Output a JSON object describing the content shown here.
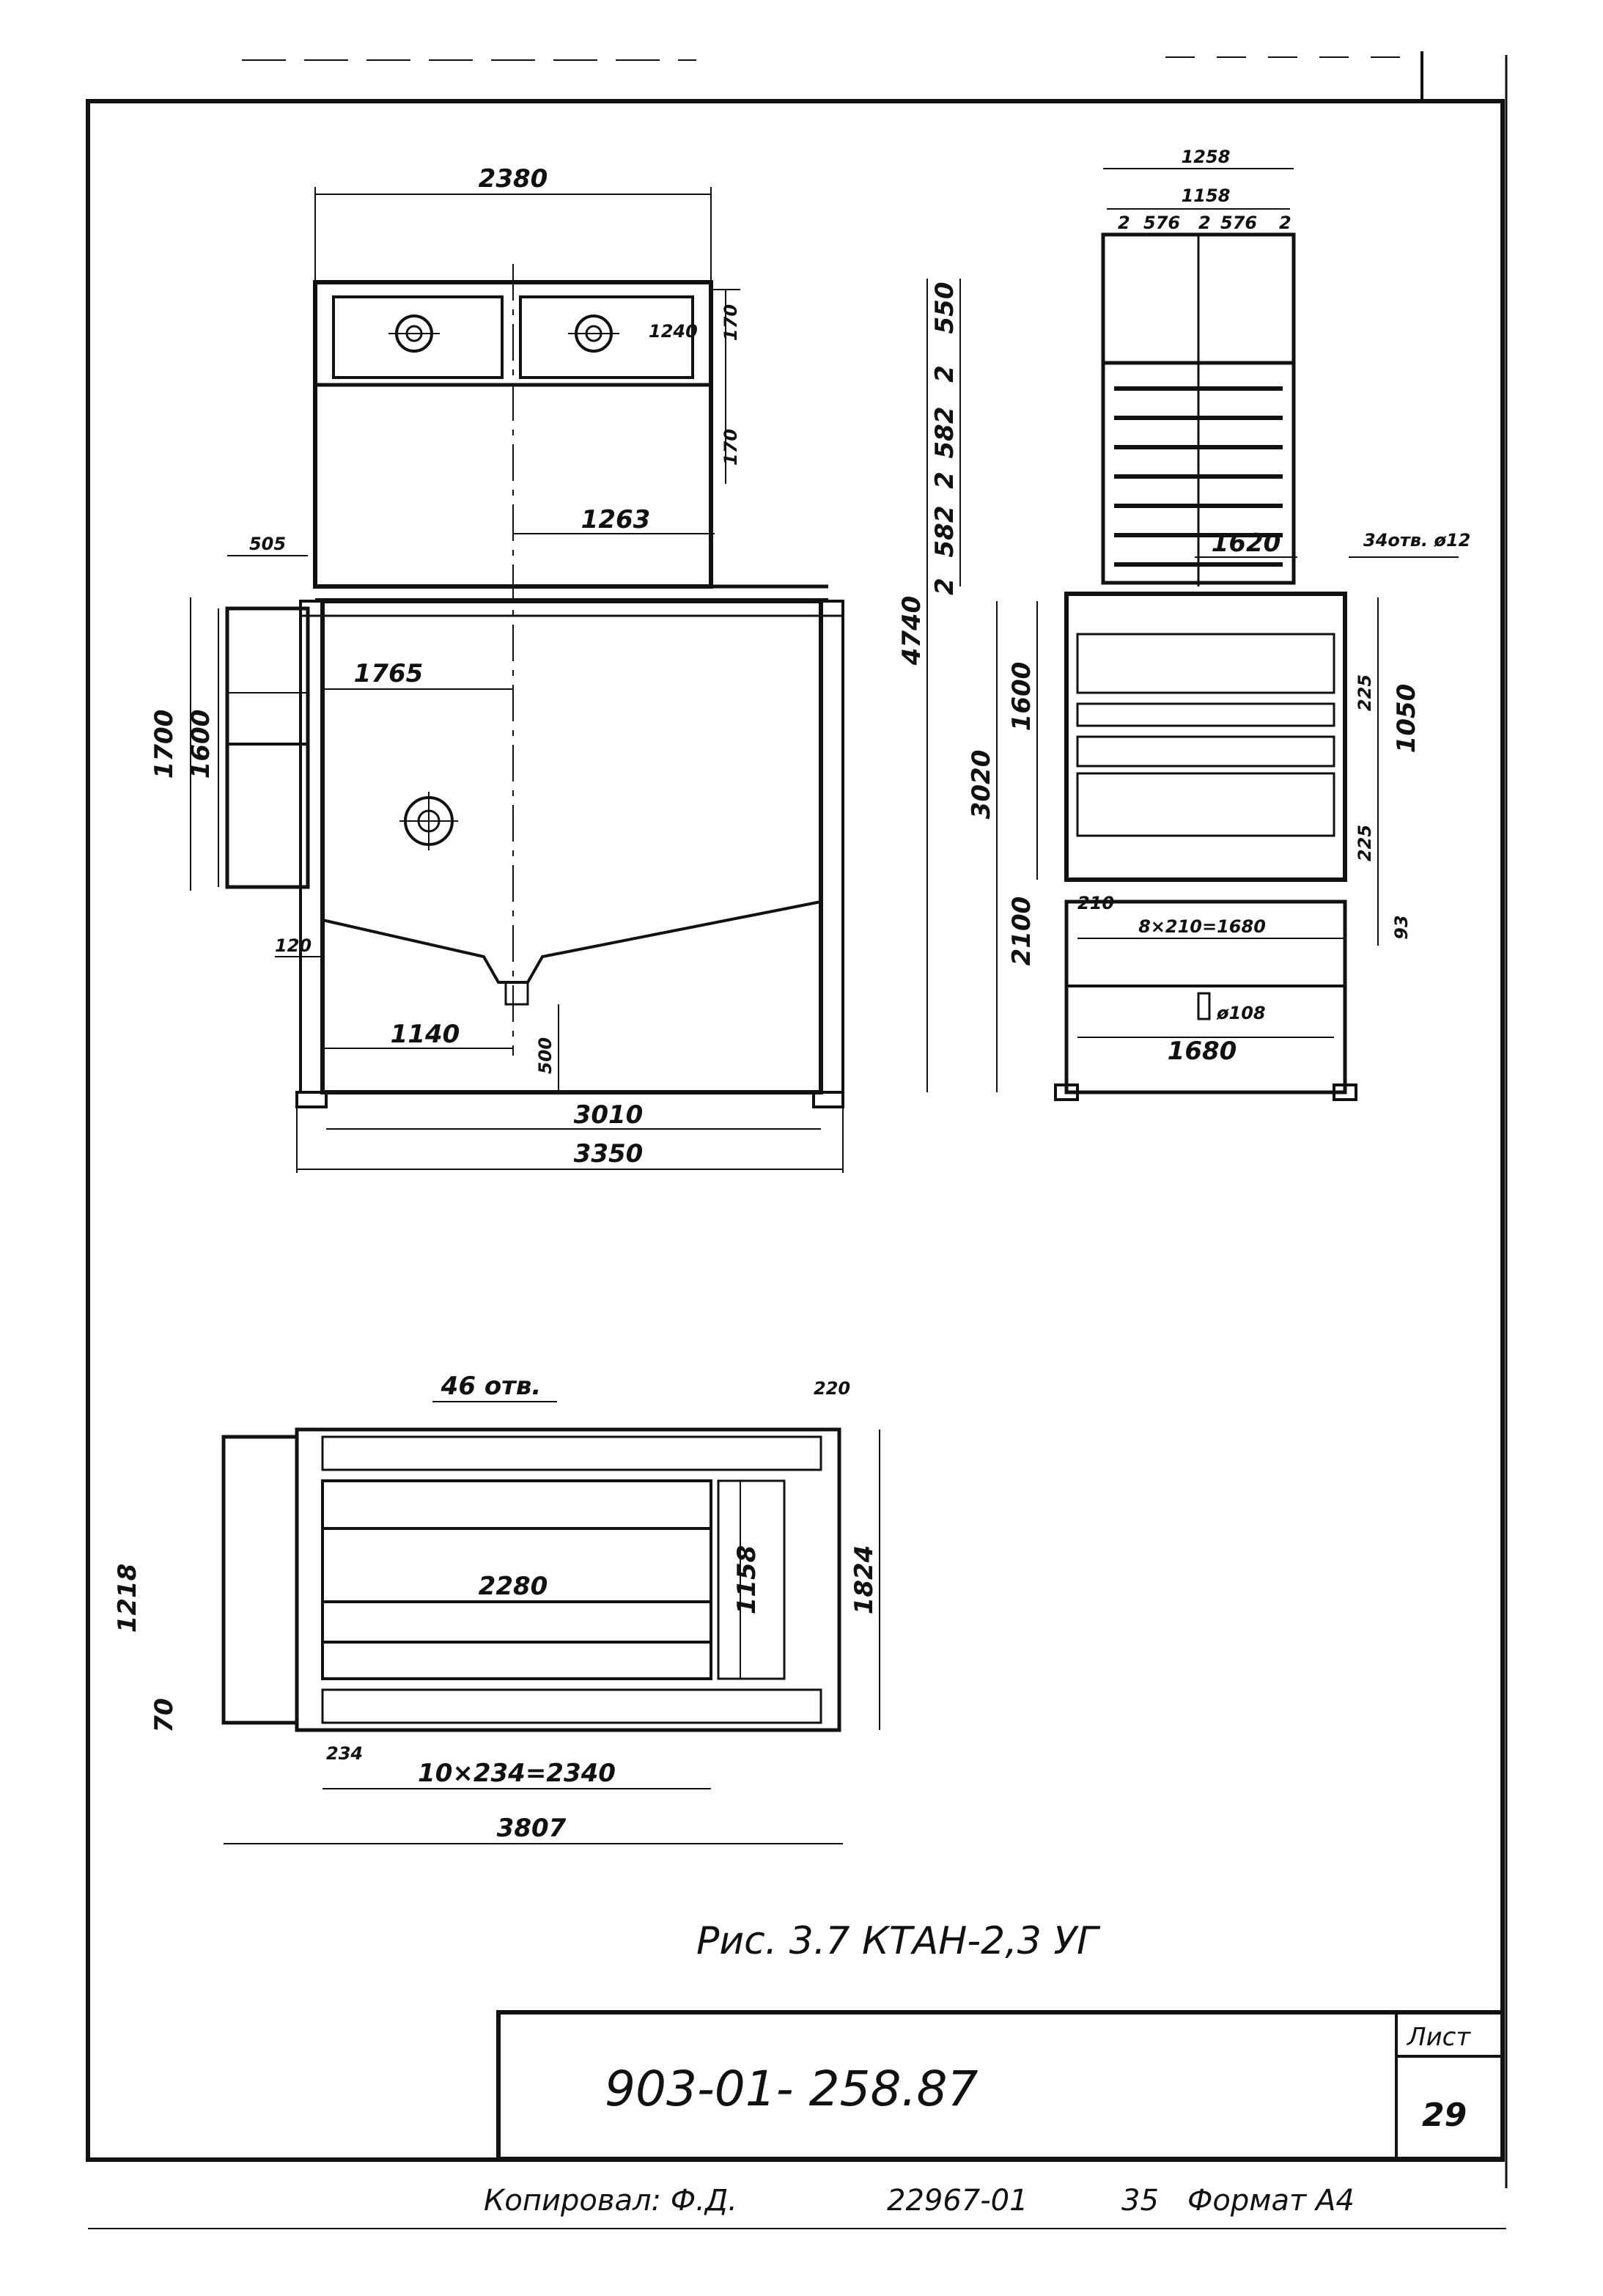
{
  "caption": "Рис. 3.7 КТАН-2,3 УГ",
  "title_block": {
    "code": "903-01- 258.87",
    "sheet_label": "Лист",
    "sheet_number": "29"
  },
  "footer": {
    "copied": "Копировал: Ф.Д.",
    "number": "22967-01",
    "sheet_index": "35",
    "format": "Формат А4"
  },
  "front_view": {
    "dims": [
      "2380",
      "1240",
      "170",
      "170",
      "1263",
      "505",
      "1765",
      "1700",
      "1600",
      "120",
      "1140",
      "500",
      "3010",
      "3350"
    ]
  },
  "side_view": {
    "dims": [
      "1258",
      "1158",
      "2",
      "576",
      "2",
      "576",
      "2",
      "550",
      "2",
      "582",
      "2",
      "582",
      "2",
      "4740",
      "1600",
      "3020",
      "2100",
      "1620",
      "34отв. ø12",
      "225",
      "1050",
      "225",
      "93",
      "210",
      "8×210=1680",
      "ø108",
      "1680"
    ]
  },
  "plan_view": {
    "dims": [
      "46 отв.",
      "220",
      "1218",
      "70",
      "1158",
      "2280",
      "1824",
      "234",
      "10×234=2340",
      "3807"
    ]
  }
}
